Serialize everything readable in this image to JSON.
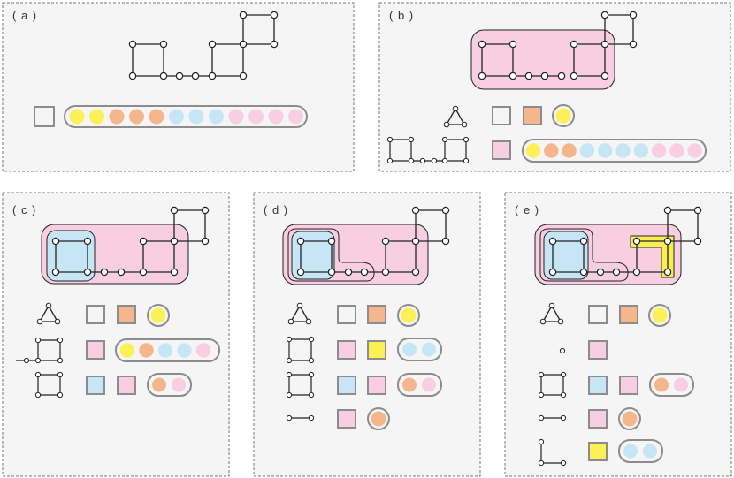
{
  "panels": [
    {
      "id": "a",
      "label": "( a )"
    },
    {
      "id": "b",
      "label": "( b )"
    },
    {
      "id": "c",
      "label": "( c )"
    },
    {
      "id": "d",
      "label": "( d )"
    },
    {
      "id": "e",
      "label": "( e )"
    }
  ],
  "colors": {
    "panel_bg": "#f4f5f4",
    "panel_border": "#777777",
    "pink": "#f7cfe0",
    "blue": "#c6e6f6",
    "orange": "#f5b68e",
    "yellow": "#fbf056",
    "highlight_yellow": "#f9ec55",
    "stroke": "#222222",
    "box_stroke": "#8c8c8c"
  },
  "sequences": {
    "a_bar": [
      "yellow",
      "yellow",
      "orange",
      "orange",
      "orange",
      "blue",
      "blue",
      "blue",
      "pink",
      "pink",
      "pink",
      "pink"
    ],
    "b_bar": [
      "yellow",
      "orange",
      "orange",
      "blue",
      "blue",
      "blue",
      "blue",
      "pink",
      "pink",
      "pink"
    ],
    "c_bar": [
      "yellow",
      "orange",
      "blue",
      "blue",
      "pink"
    ],
    "d_bar1": [
      "blue",
      "blue"
    ],
    "d_bar2": [
      "orange",
      "pink"
    ],
    "e_bar1": [
      "orange",
      "pink"
    ],
    "e_bar2": [
      "blue",
      "blue"
    ]
  }
}
